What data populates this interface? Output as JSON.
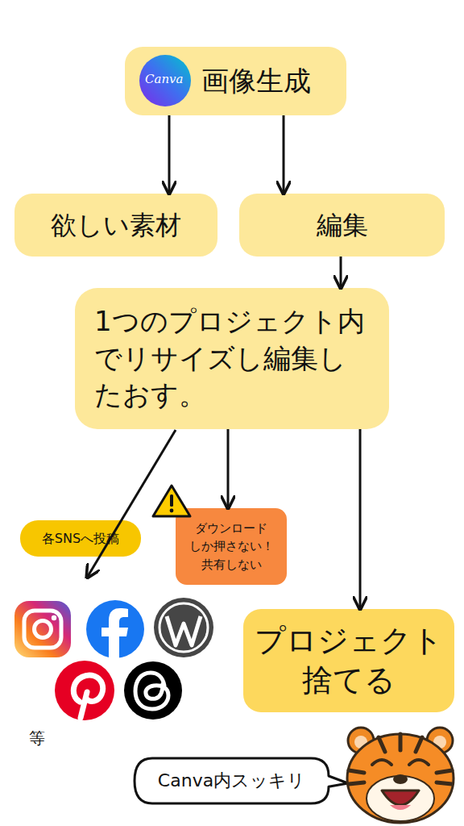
{
  "diagram": {
    "nodes": [
      {
        "text": [
          "画像生成"
        ]
      },
      {
        "text": [
          "欲しい素材"
        ]
      },
      {
        "text": [
          "編集"
        ]
      },
      {
        "text": [
          "1つのプロジェクト内 でリサイズし編集し たおす。"
        ]
      },
      {
        "text": [
          "各SNSへ投稿"
        ]
      },
      {
        "text": [
          "ダウンロード しか押さない！ 共有しない"
        ]
      },
      {
        "text": [
          "プロジェクト 捨てる"
        ]
      },
      {
        "text": [
          "Canva内スッキリ"
        ]
      }
    ],
    "edges": [
      {
        "from": 0,
        "to": 1,
        "arrow": "to"
      },
      {
        "from": 0,
        "to": 2,
        "arrow": "to"
      },
      {
        "from": 2,
        "to": 3,
        "arrow": "to"
      },
      {
        "from": 3,
        "to": 5,
        "arrow": "to"
      },
      {
        "from": 3,
        "to": 6,
        "arrow": "to"
      }
    ],
    "labels": [
      "Canva",
      "等"
    ]
  }
}
